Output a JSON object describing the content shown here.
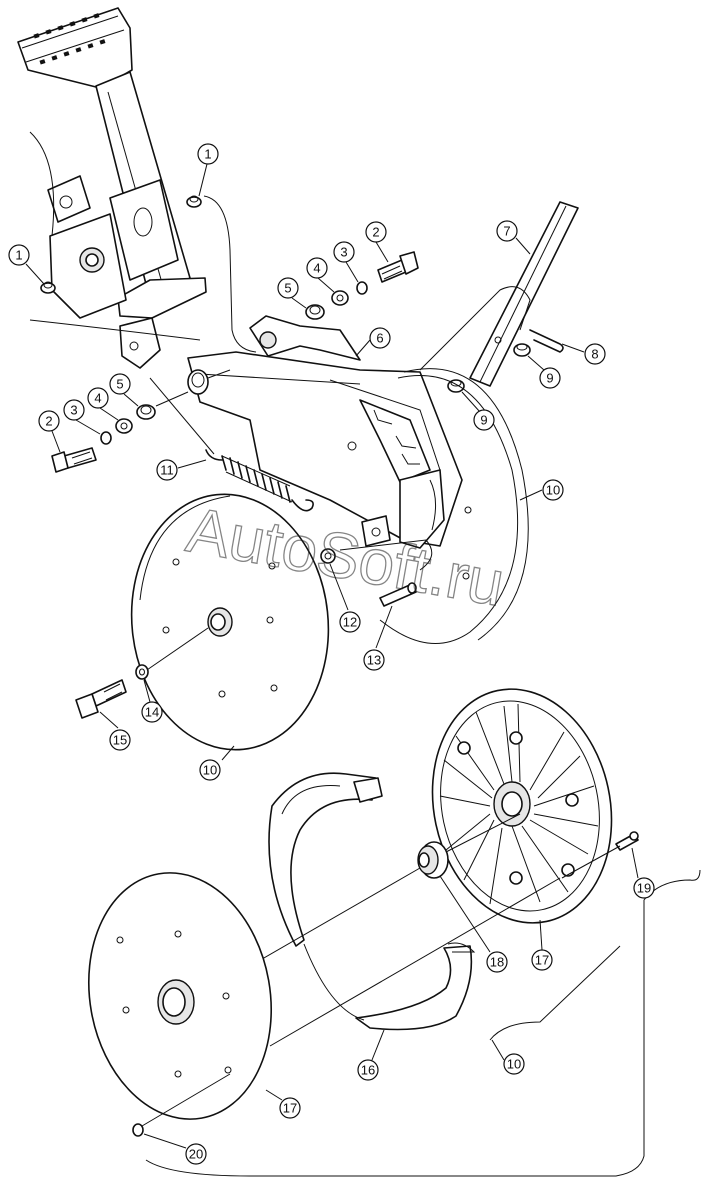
{
  "watermark": "AutoSoft.ru",
  "callouts": [
    {
      "id": "c1a",
      "label": "1"
    },
    {
      "id": "c1b",
      "label": "1"
    },
    {
      "id": "c2a",
      "label": "2"
    },
    {
      "id": "c2b",
      "label": "2"
    },
    {
      "id": "c3a",
      "label": "3"
    },
    {
      "id": "c3b",
      "label": "3"
    },
    {
      "id": "c4a",
      "label": "4"
    },
    {
      "id": "c4b",
      "label": "4"
    },
    {
      "id": "c5a",
      "label": "5"
    },
    {
      "id": "c5b",
      "label": "5"
    },
    {
      "id": "c6",
      "label": "6"
    },
    {
      "id": "c7",
      "label": "7"
    },
    {
      "id": "c8",
      "label": "8"
    },
    {
      "id": "c9a",
      "label": "9"
    },
    {
      "id": "c9b",
      "label": "9"
    },
    {
      "id": "c10a",
      "label": "10"
    },
    {
      "id": "c10b",
      "label": "10"
    },
    {
      "id": "c10c",
      "label": "10"
    },
    {
      "id": "c11",
      "label": "11"
    },
    {
      "id": "c12",
      "label": "12"
    },
    {
      "id": "c13",
      "label": "13"
    },
    {
      "id": "c14",
      "label": "14"
    },
    {
      "id": "c15",
      "label": "15"
    },
    {
      "id": "c16",
      "label": "16"
    },
    {
      "id": "c17a",
      "label": "17"
    },
    {
      "id": "c17b",
      "label": "17"
    },
    {
      "id": "c18",
      "label": "18"
    },
    {
      "id": "c19",
      "label": "19"
    },
    {
      "id": "c20",
      "label": "20"
    }
  ]
}
